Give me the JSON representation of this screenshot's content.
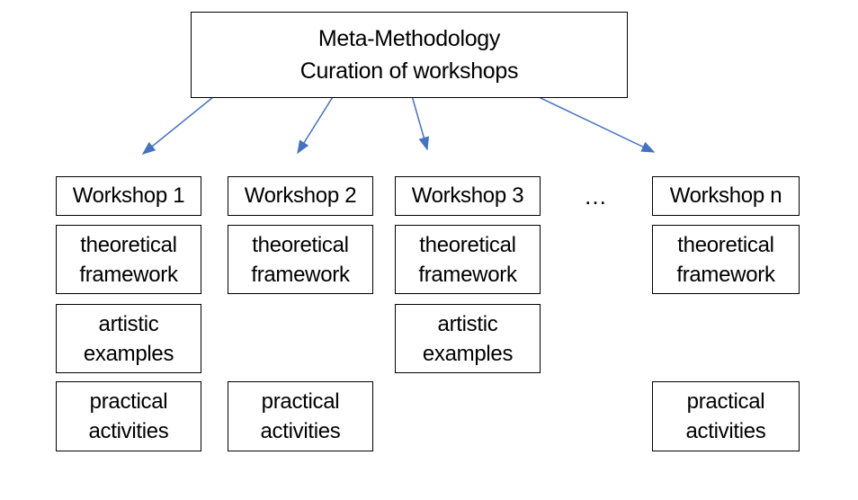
{
  "diagram": {
    "root": {
      "line1": "Meta-Methodology",
      "line2": "Curation of workshops"
    },
    "ellipsis": "…",
    "colors": {
      "arrow": "#4472C4",
      "box_border": "#000000",
      "text": "#000000",
      "background": "#ffffff"
    },
    "columns": [
      {
        "label": "Workshop 1",
        "theoretical": {
          "line1": "theoretical",
          "line2": "framework"
        },
        "artistic": {
          "line1": "artistic",
          "line2": "examples"
        },
        "practical": {
          "line1": "practical",
          "line2": "activities"
        }
      },
      {
        "label": "Workshop 2",
        "theoretical": {
          "line1": "theoretical",
          "line2": "framework"
        },
        "practical": {
          "line1": "practical",
          "line2": "activities"
        }
      },
      {
        "label": "Workshop 3",
        "theoretical": {
          "line1": "theoretical",
          "line2": "framework"
        },
        "artistic": {
          "line1": "artistic",
          "line2": "examples"
        }
      },
      {
        "label": "Workshop n",
        "theoretical": {
          "line1": "theoretical",
          "line2": "framework"
        },
        "practical": {
          "line1": "practical",
          "line2": "activities"
        }
      }
    ]
  }
}
